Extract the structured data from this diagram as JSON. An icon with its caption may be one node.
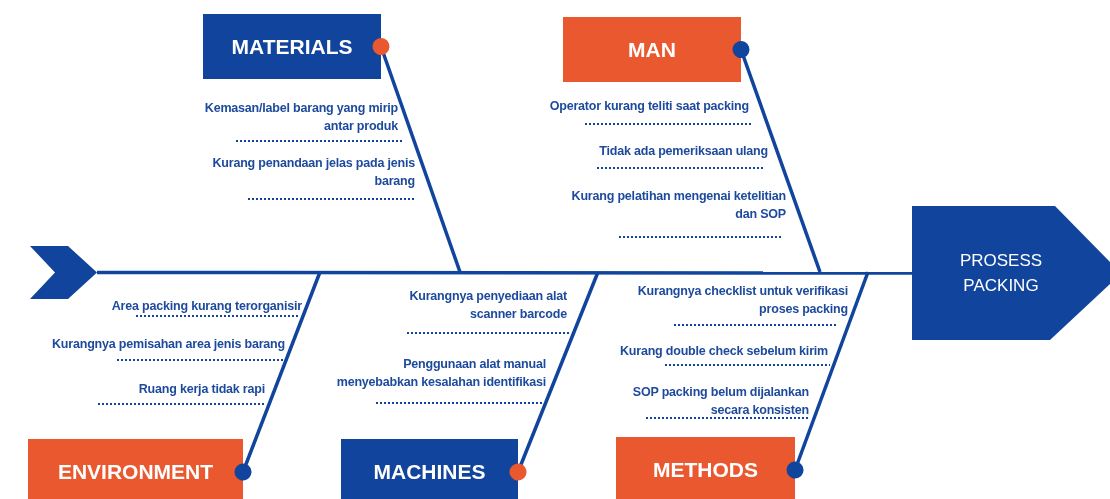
{
  "diagram": {
    "nodes": [
      {
        "text": [
          "MATERIALS"
        ]
      },
      {
        "text": [
          "MAN"
        ]
      },
      {
        "text": [],
        "shape": "chevron"
      },
      {
        "text": [
          "PROSESS PACKING"
        ]
      },
      {
        "text": [
          "ENVIRONMENT"
        ]
      },
      {
        "text": [
          "MACHINES"
        ]
      },
      {
        "text": [
          "METHODS"
        ]
      }
    ],
    "edges": [
      {
        "from": 2,
        "to": 3,
        "arrow": "none"
      },
      {
        "from": 0,
        "to": null,
        "arrow": "other"
      },
      {
        "from": 1,
        "to": null,
        "arrow": "other"
      },
      {
        "from": 4,
        "to": null,
        "arrow": "other"
      },
      {
        "from": 5,
        "to": null,
        "arrow": "other"
      },
      {
        "from": 6,
        "to": null,
        "arrow": "other"
      }
    ],
    "labels": [
      "Kemasan/label barang yang mirip antar produk",
      "Kurang penandaan jelas pada jenis barang",
      "Operator kurang teliti saat packing",
      "Tidak ada pemeriksaan ulang",
      "Kurang pelatihan mengenai ketelitian dan SOP",
      "Area packing kurang terorganisir",
      "Kurangnya pemisahan area jenis barang",
      "Ruang kerja tidak rapi",
      "Kurangnya penyediaan alat scanner barcode",
      "Penggunaan alat manual menyebabkan kesalahan identifikasi",
      "Kurangnya checklist untuk verifikasi proses packing",
      "Kurang double check sebelum kirim",
      "SOP packing belum dijalankan secara konsisten"
    ]
  }
}
